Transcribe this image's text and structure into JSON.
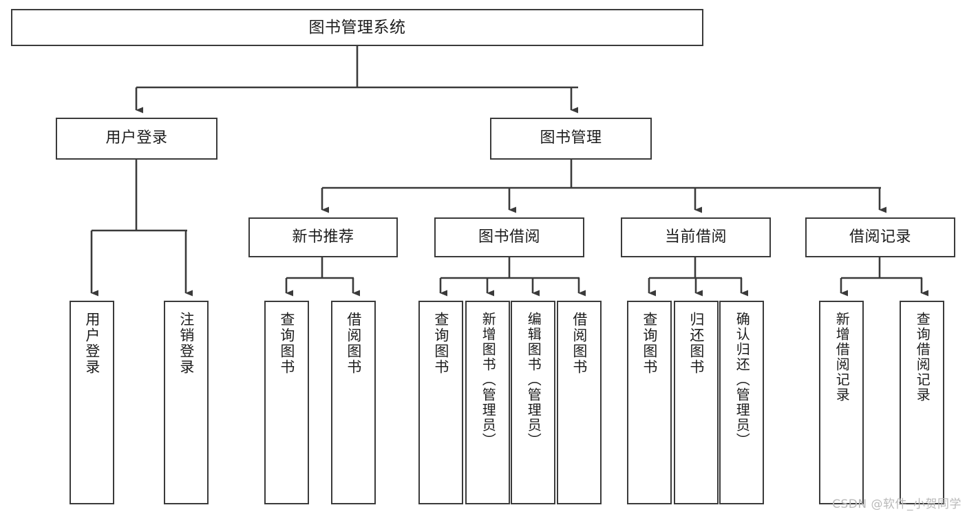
{
  "diagram": {
    "title": "图书管理系统",
    "type": "tree-hierarchy-chart",
    "colors": {
      "box_border": "#3a3a3a",
      "box_fill": "#ffffff",
      "connector": "#3a3a3a",
      "text": "#1c1c1c",
      "watermark": "#b9b9b9"
    },
    "watermark": "CSDN @软件_小贺同学"
  },
  "nodes": {
    "root": {
      "label": "图书管理系统"
    },
    "level2": [
      {
        "label": "用户登录"
      },
      {
        "label": "图书管理"
      }
    ],
    "level3": [
      {
        "label": "新书推荐"
      },
      {
        "label": "图书借阅"
      },
      {
        "label": "当前借阅"
      },
      {
        "label": "借阅记录"
      }
    ],
    "leaves": {
      "user_login": [
        {
          "label": "用户登录"
        },
        {
          "label": "注销登录"
        }
      ],
      "new_book_recommend": [
        {
          "label": "查询图书"
        },
        {
          "label": "借阅图书"
        }
      ],
      "book_borrow": [
        {
          "label": "查询图书"
        },
        {
          "label": "新增图书（管理员）"
        },
        {
          "label": "编辑图书（管理员）"
        },
        {
          "label": "借阅图书"
        }
      ],
      "current_borrow": [
        {
          "label": "查询图书"
        },
        {
          "label": "归还图书"
        },
        {
          "label": "确认归还（管理员）"
        }
      ],
      "borrow_records": [
        {
          "label": "新增借阅记录"
        },
        {
          "label": "查询借阅记录"
        }
      ]
    }
  }
}
